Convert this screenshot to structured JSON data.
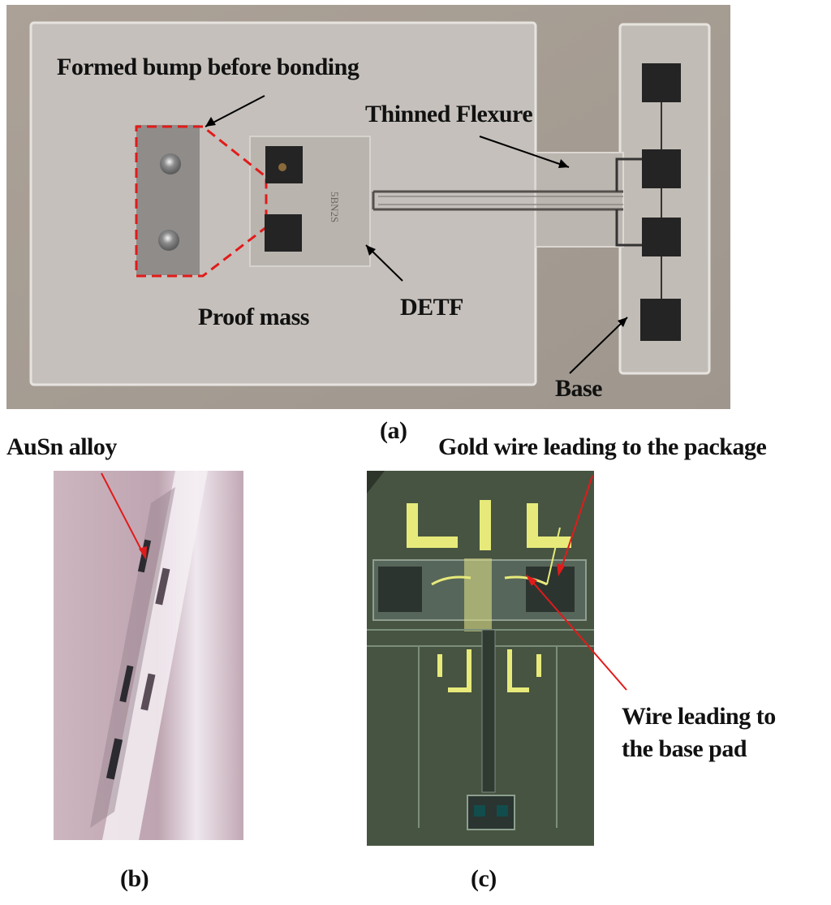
{
  "panel_a": {
    "labels": {
      "formed_bump": "Formed bump before bonding",
      "thinned_flexure": "Thinned Flexure",
      "proof_mass": "Proof mass",
      "detf": "DETF",
      "base": "Base",
      "die_marking": "5BN2S"
    },
    "caption": "(a)"
  },
  "panel_b": {
    "labels": {
      "ausn_alloy": "AuSn alloy"
    },
    "caption": "(b)"
  },
  "panel_c": {
    "labels": {
      "gold_wire": "Gold wire leading to the package",
      "wire_base_pad_line1": "Wire leading to",
      "wire_base_pad_line2": "the base pad"
    },
    "caption": "(c)"
  },
  "colors": {
    "panel_a_bg": "#a79e95",
    "panel_b_bg": "#c6aeb8",
    "panel_c_bg": "#44513e",
    "gold_trace": "#e7ea7a",
    "highlight_red": "#e11b1b",
    "pad_dark": "#242424"
  }
}
